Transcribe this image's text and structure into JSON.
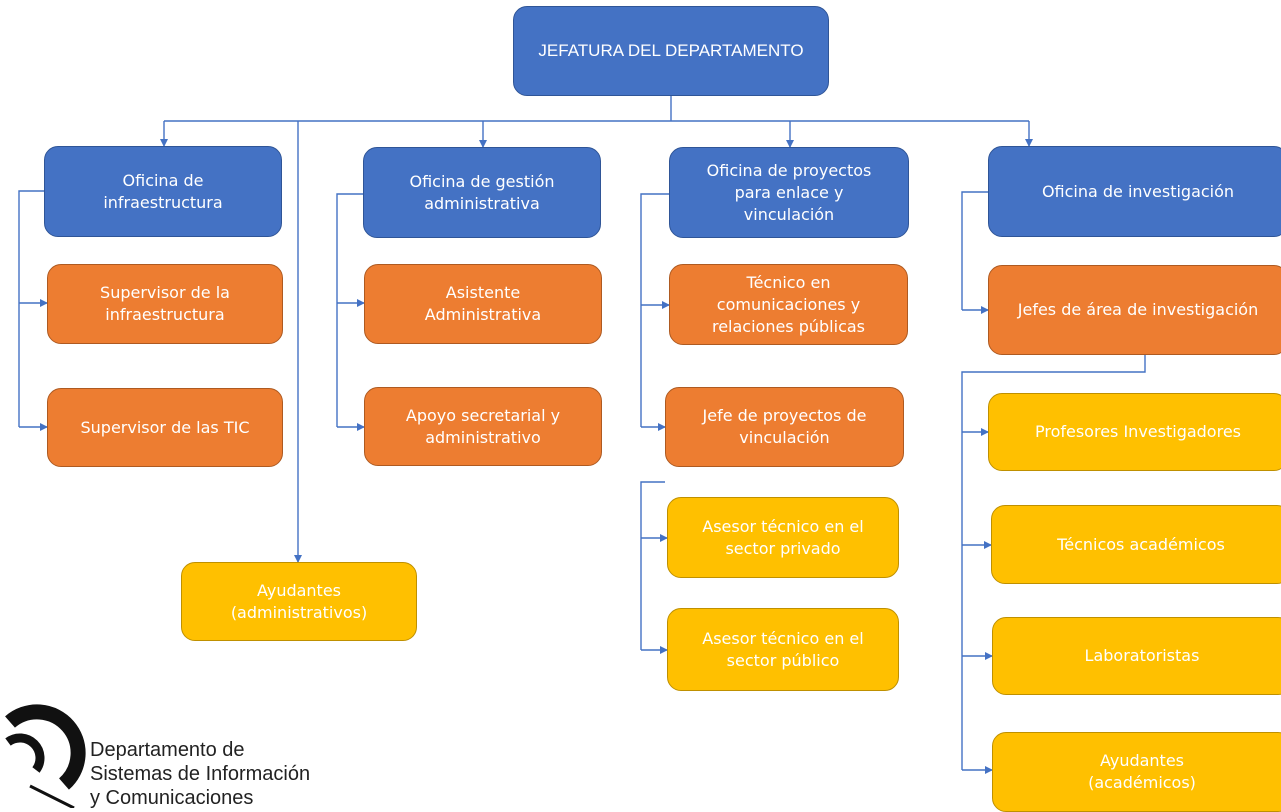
{
  "org": {
    "root": "JEFATURA DEL DEPARTAMENTO",
    "offices": {
      "infraestructura": "Oficina de\ninfraestructura",
      "gestion": "Oficina de gestión\nadministrativa",
      "proyectos": "Oficina de proyectos\npara enlace y\nvinculación",
      "investigacion": "Oficina de investigación"
    },
    "roles": {
      "sup_infra": "Supervisor de la\ninfraestructura",
      "sup_tic": "Supervisor de las TIC",
      "asistente": "Asistente\nAdministrativa",
      "apoyo": "Apoyo secretarial y\nadministrativo",
      "tecnico_com": "Técnico en\ncomunicaciones y\nrelaciones públicas",
      "jefe_proy": "Jefe de proyectos de\nvinculación",
      "jefes_area": "Jefes de área de investigación"
    },
    "staff": {
      "ayud_admin": "Ayudantes\n(administrativos)",
      "asesor_priv": "Asesor técnico en el\nsector privado",
      "asesor_pub": "Asesor técnico  en el\nsector público",
      "prof_inv": "Profesores Investigadores",
      "tec_acad": "Técnicos académicos",
      "laboratoristas": "Laboratoristas",
      "ayud_acad": "Ayudantes\n(académicos)"
    }
  },
  "logo": {
    "text": "Departamento de\nSistemas de Información\ny Comunicaciones"
  },
  "colors": {
    "level1": "#4472c4",
    "level2": "#ed7d31",
    "level3": "#ffc000",
    "connector": "#4472c4"
  }
}
